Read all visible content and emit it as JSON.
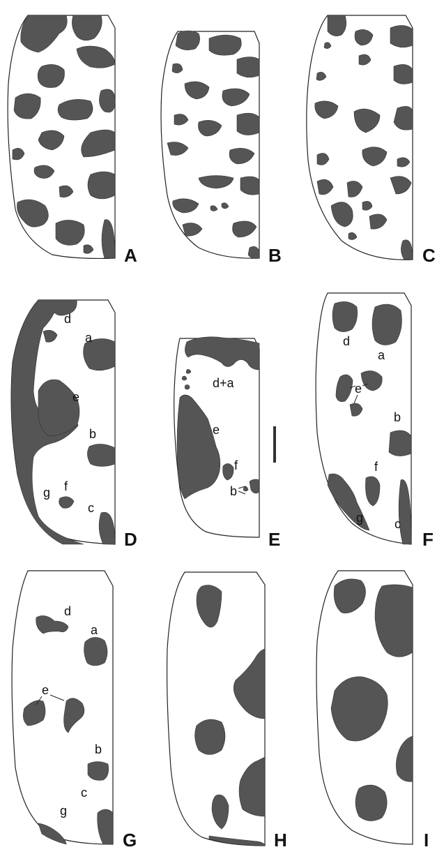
{
  "panels": [
    {
      "letter": "A",
      "labels": []
    },
    {
      "letter": "B",
      "labels": []
    },
    {
      "letter": "C",
      "labels": []
    },
    {
      "letter": "D",
      "labels": [
        "d",
        "a",
        "e",
        "b",
        "g",
        "f",
        "c"
      ]
    },
    {
      "letter": "E",
      "labels": [
        "d+a",
        "e",
        "f",
        "b"
      ]
    },
    {
      "letter": "F",
      "labels": [
        "d",
        "a",
        "e",
        "b",
        "f",
        "g",
        "c"
      ]
    },
    {
      "letter": "G",
      "labels": [
        "d",
        "a",
        "e",
        "b",
        "c",
        "g"
      ]
    },
    {
      "letter": "H",
      "labels": []
    },
    {
      "letter": "I",
      "labels": []
    }
  ],
  "colors": {
    "spot": "#555555",
    "outline": "#222222",
    "background": "#ffffff"
  }
}
